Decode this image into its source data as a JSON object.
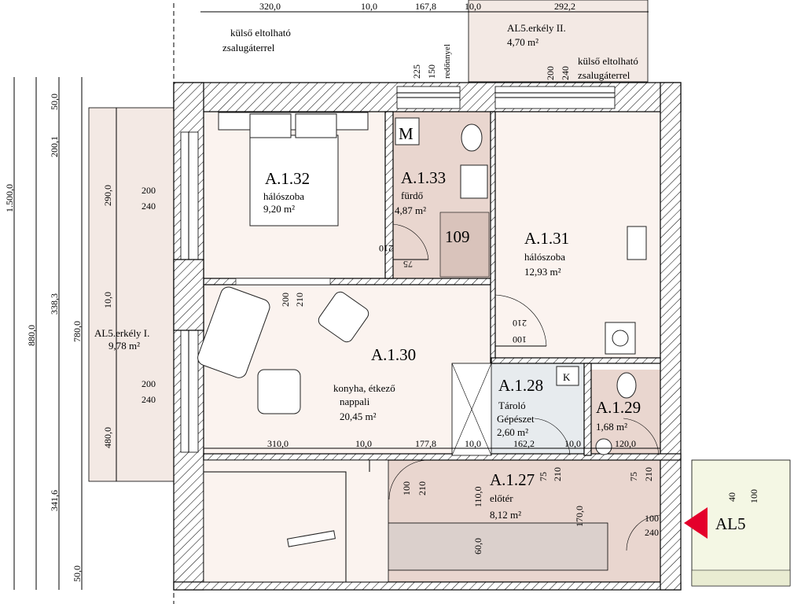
{
  "rooms": [
    {
      "id": "a132",
      "code": "A.1.32",
      "name": "hálószoba",
      "area": "9,20 m²"
    },
    {
      "id": "a133",
      "code": "A.1.33",
      "name": "fürdő",
      "area": "4,87 m²"
    },
    {
      "id": "a131",
      "code": "A.1.31",
      "name": "hálószoba",
      "area": "12,93 m²"
    },
    {
      "id": "a130",
      "code": "A.1.30",
      "name": "konyha, étkező",
      "name2": "nappali",
      "area": "20,45 m²"
    },
    {
      "id": "a128",
      "code": "A.1.28",
      "name": "Tároló",
      "name2": "Gépészet",
      "area": "2,60 m²"
    },
    {
      "id": "a129",
      "code": "A.1.29",
      "area": "1,68 m²"
    },
    {
      "id": "a127",
      "code": "A.1.27",
      "name": "előtér",
      "area": "8,12 m²"
    }
  ],
  "balconies": [
    {
      "id": "erkely1",
      "name": "AL5.erkély I.",
      "area": "9,78 m²"
    },
    {
      "id": "erkely2",
      "name": "AL5.erkély II.",
      "area": "4,70 m²"
    }
  ],
  "notes": {
    "shutter_line1": "külső eltolható",
    "shutter_line2": "zsalugáterrel",
    "roller": "redőnnyel",
    "stair_code": "109",
    "meter": "M",
    "boiler": "K",
    "entrance": "AL5"
  },
  "dimensions": {
    "top": [
      "320,0",
      "10,0",
      "167,8",
      "10,0",
      "292,2"
    ],
    "mid": [
      "310,0",
      "10,0",
      "177,8",
      "10,0",
      "162,2",
      "10,0",
      "120,0"
    ],
    "left_total": "1.500,0",
    "left_880": "880,0",
    "left_a": [
      "50,0",
      "200,1",
      "338,3",
      "341,6",
      "50,0"
    ],
    "left_b": [
      "290,0",
      "10,0",
      "780,0",
      "480,0"
    ],
    "top_window": [
      "225",
      "150"
    ],
    "window2": [
      "200",
      "240"
    ],
    "win_left1": [
      "200",
      "240"
    ],
    "win_left2": [
      "200",
      "240"
    ],
    "door_mid": [
      "200",
      "210"
    ],
    "door_bath": [
      "75",
      "210"
    ],
    "door_bed": [
      "100",
      "210"
    ],
    "door_entry_small": [
      "100",
      "210"
    ],
    "door_ent": [
      "100",
      "240"
    ],
    "dim_110": "110,0",
    "dim_170": "170,0",
    "dim_60": "60,0",
    "door_store": [
      "75",
      "210"
    ],
    "door_wc": [
      "75",
      "210"
    ],
    "right_ent": [
      "40",
      "100"
    ]
  }
}
